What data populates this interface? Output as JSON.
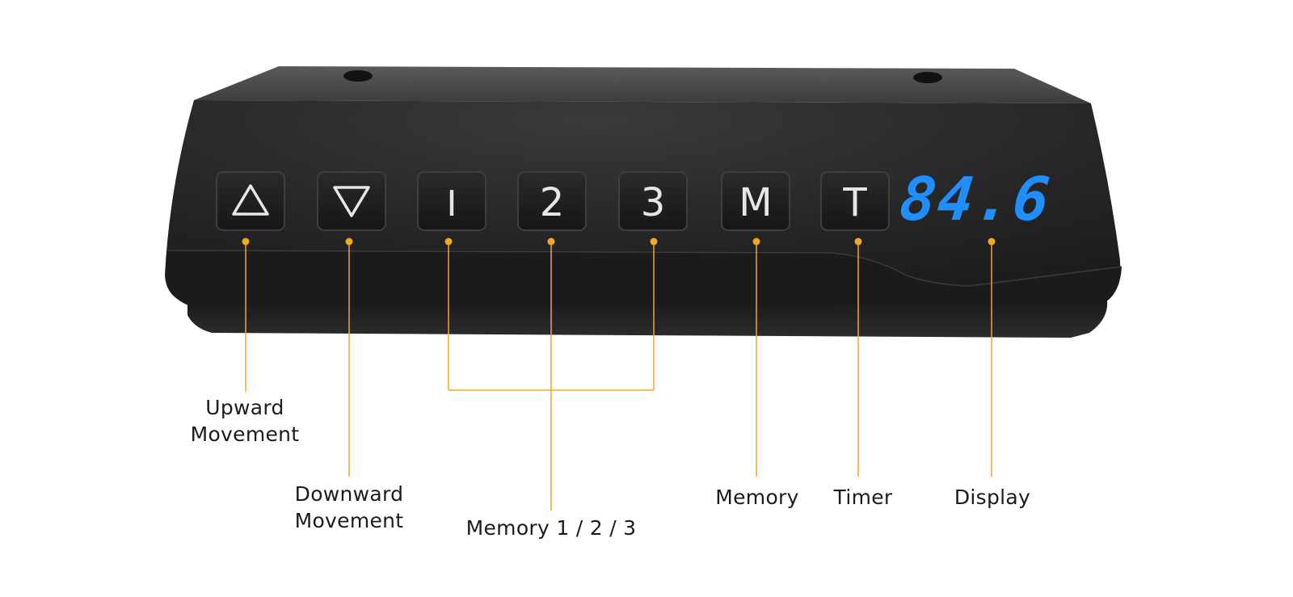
{
  "colors": {
    "accent": "#f5a623",
    "display": "#1f8fff",
    "panel": "#2a2a2a",
    "button": "#1c1c1c",
    "button_text": "#e6e6e6",
    "label_text": "#1c1c1c"
  },
  "controller": {
    "buttons": [
      {
        "id": "up",
        "glyph": "△",
        "icon": "triangle-up-icon"
      },
      {
        "id": "down",
        "glyph": "▽",
        "icon": "triangle-down-icon"
      },
      {
        "id": "mem1",
        "glyph": "I",
        "icon": ""
      },
      {
        "id": "mem2",
        "glyph": "2",
        "icon": ""
      },
      {
        "id": "mem3",
        "glyph": "3",
        "icon": ""
      },
      {
        "id": "memory",
        "glyph": "M",
        "icon": ""
      },
      {
        "id": "timer",
        "glyph": "T",
        "icon": ""
      }
    ],
    "display_value": "84.6"
  },
  "callouts": {
    "upward": {
      "line1": "Upward",
      "line2": "Movement"
    },
    "downward": {
      "line1": "Downward",
      "line2": "Movement"
    },
    "memory123": {
      "line1": "Memory 1 / 2 / 3"
    },
    "memory": {
      "line1": "Memory"
    },
    "timer": {
      "line1": "Timer"
    },
    "display": {
      "line1": "Display"
    }
  }
}
